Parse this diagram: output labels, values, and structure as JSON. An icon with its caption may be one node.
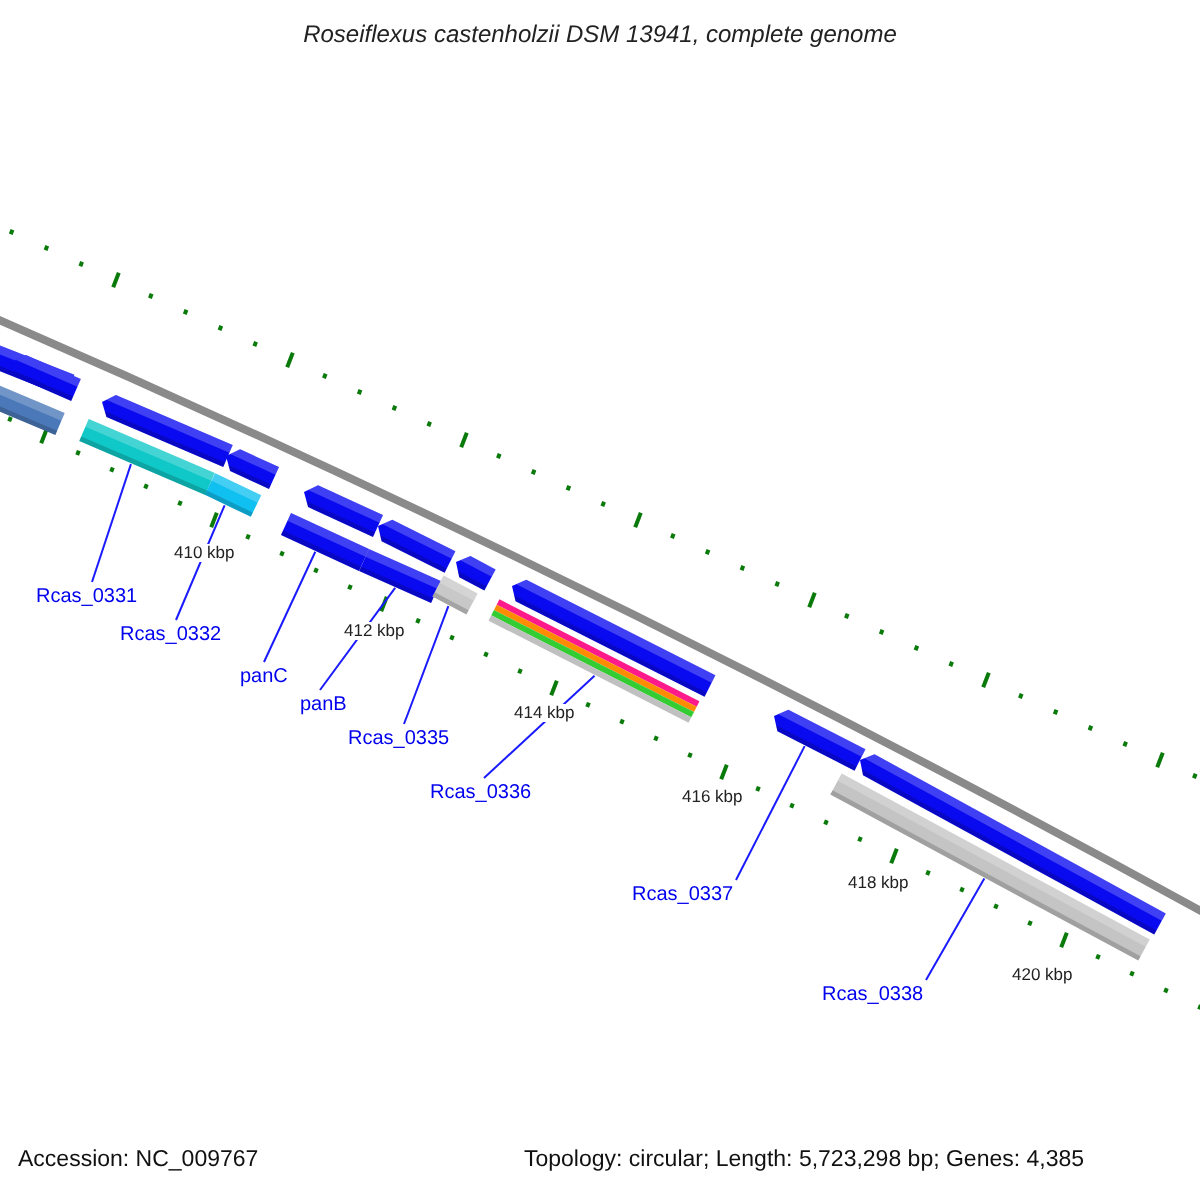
{
  "diagram": {
    "title": "Roseiflexus castenholzii DSM 13941, complete genome",
    "nodes": [
      {
        "text": [
          "Rcas_0331"
        ]
      },
      {
        "text": [
          "Rcas_0332"
        ]
      },
      {
        "text": [
          "panC"
        ]
      },
      {
        "text": [
          "panB"
        ]
      },
      {
        "text": [
          "Rcas_0335"
        ]
      },
      {
        "text": [
          "Rcas_0336"
        ]
      },
      {
        "text": [
          "Rcas_0337"
        ]
      },
      {
        "text": [
          "Rcas_0338"
        ]
      },
      {
        "text": [],
        "shape": "pentagon"
      },
      {
        "text": [],
        "shape": "pentagon"
      },
      {
        "text": [],
        "shape": "bar"
      },
      {
        "text": [],
        "shape": "bar"
      },
      {
        "text": [],
        "shape": "pentagon"
      },
      {
        "text": [],
        "shape": "bar"
      },
      {
        "text": [],
        "shape": "pentagon"
      },
      {
        "text": [],
        "shape": "bar"
      },
      {
        "text": [],
        "shape": "pentagon"
      },
      {
        "text": [],
        "shape": "bar"
      },
      {
        "text": [],
        "shape": "pentagon"
      },
      {
        "text": [],
        "shape": "bar"
      },
      {
        "text": [],
        "shape": "pentagon"
      },
      {
        "text": [],
        "shape": "bar"
      },
      {
        "text": [],
        "shape": "pentagon"
      },
      {
        "text": [],
        "shape": "pentagon"
      },
      {
        "text": [],
        "shape": "pentagon"
      },
      {
        "text": [],
        "shape": "bar"
      }
    ],
    "edges": [
      {
        "from": 0,
        "to": 11,
        "arrow": "none"
      },
      {
        "from": 1,
        "to": 13,
        "arrow": "none"
      },
      {
        "from": 2,
        "to": 15,
        "arrow": "none"
      },
      {
        "from": 3,
        "to": 17,
        "arrow": "none"
      },
      {
        "from": 4,
        "to": 19,
        "arrow": "none"
      },
      {
        "from": 5,
        "to": 21,
        "arrow": "none"
      },
      {
        "from": 6,
        "to": 23,
        "arrow": "none"
      },
      {
        "from": 7,
        "to": 25,
        "arrow": "none"
      }
    ],
    "labels": [
      "410 kbp",
      "412 kbp",
      "414 kbp",
      "416 kbp",
      "418 kbp",
      "420 kbp",
      "Accession: NC_009767",
      "Topology: circular; Length: 5,723,298 bp; Genes: 4,385"
    ]
  }
}
